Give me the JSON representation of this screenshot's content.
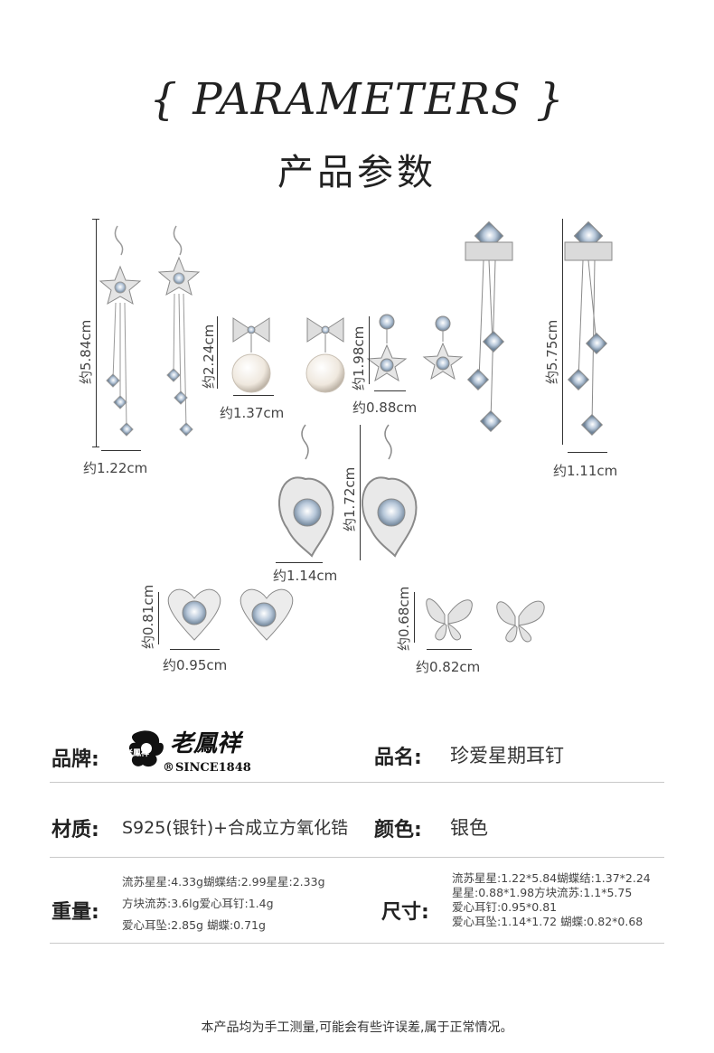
{
  "header": {
    "title_en": "{ PARAMETERS }",
    "title_cn": "产品参数"
  },
  "dimensions": {
    "tassel_star_h": "约5.84cm",
    "tassel_star_w": "约1.22cm",
    "bow_h": "约2.24cm",
    "bow_w": "约1.37cm",
    "star_h": "约1.98cm",
    "star_w": "约0.88cm",
    "square_tassel_h": "约5.75cm",
    "square_tassel_w": "约1.11cm",
    "heart_drop_h": "约1.72cm",
    "heart_drop_w": "约1.14cm",
    "heart_stud_h": "约0.81cm",
    "heart_stud_w": "约0.95cm",
    "butterfly_h": "约0.68cm",
    "butterfly_w": "约0.82cm"
  },
  "brand": {
    "label": "品牌:",
    "logo_cn": "老鳳祥",
    "logo_small": "老鳳祥",
    "logo_since": "SINCE1848",
    "logo_mark": "®"
  },
  "name": {
    "label": "品名:",
    "value": "珍爱星期耳钉"
  },
  "material": {
    "label": "材质:",
    "value": "S925(银针)+合成立方氧化锆"
  },
  "color": {
    "label": "颜色:",
    "value": "银色"
  },
  "weight": {
    "label": "重量:",
    "lines": [
      "流苏星星:4.33g蝴蝶结:2.99星星:2.33g",
      "方块流苏:3.6lg爱心耳钉:1.4g",
      "爱心耳坠:2.85g 蝴蝶:0.71g"
    ]
  },
  "size": {
    "label": "尺寸:",
    "lines": [
      "流苏星星:1.22*5.84蝴蝶结:1.37*2.24",
      "星星:0.88*1.98方块流苏:1.1*5.75",
      "爱心耳钉:0.95*0.81",
      "爱心耳坠:1.14*1.72 蝴蝶:0.82*0.68"
    ]
  },
  "footer": {
    "note": "本产品均为手工测量,可能会有些许误差,属于正常情况。"
  },
  "colors": {
    "silver": "#c8c8c8",
    "crystal": "#9fb6cc",
    "pearl": "#f1ebe2",
    "line": "#333333"
  }
}
